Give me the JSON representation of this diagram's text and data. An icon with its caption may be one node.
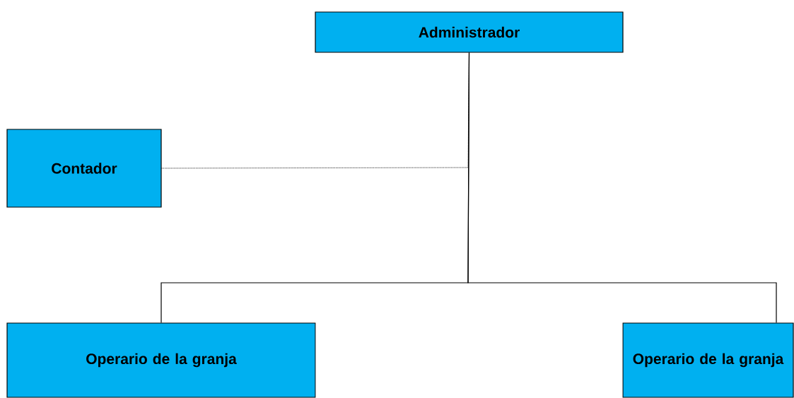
{
  "diagram": {
    "nodes": [
      {
        "text": [
          "Administrador"
        ]
      },
      {
        "text": [
          "Contador"
        ]
      },
      {
        "text": [
          "Operario de la granja"
        ]
      },
      {
        "text": [
          "Operario de la granja"
        ]
      }
    ],
    "edges": [
      {
        "from": 1,
        "to": 0,
        "arrow": "none",
        "style": "dashed"
      },
      {
        "from": 0,
        "to": 2,
        "arrow": "none"
      },
      {
        "from": 0,
        "to": 3,
        "arrow": "none"
      }
    ]
  }
}
